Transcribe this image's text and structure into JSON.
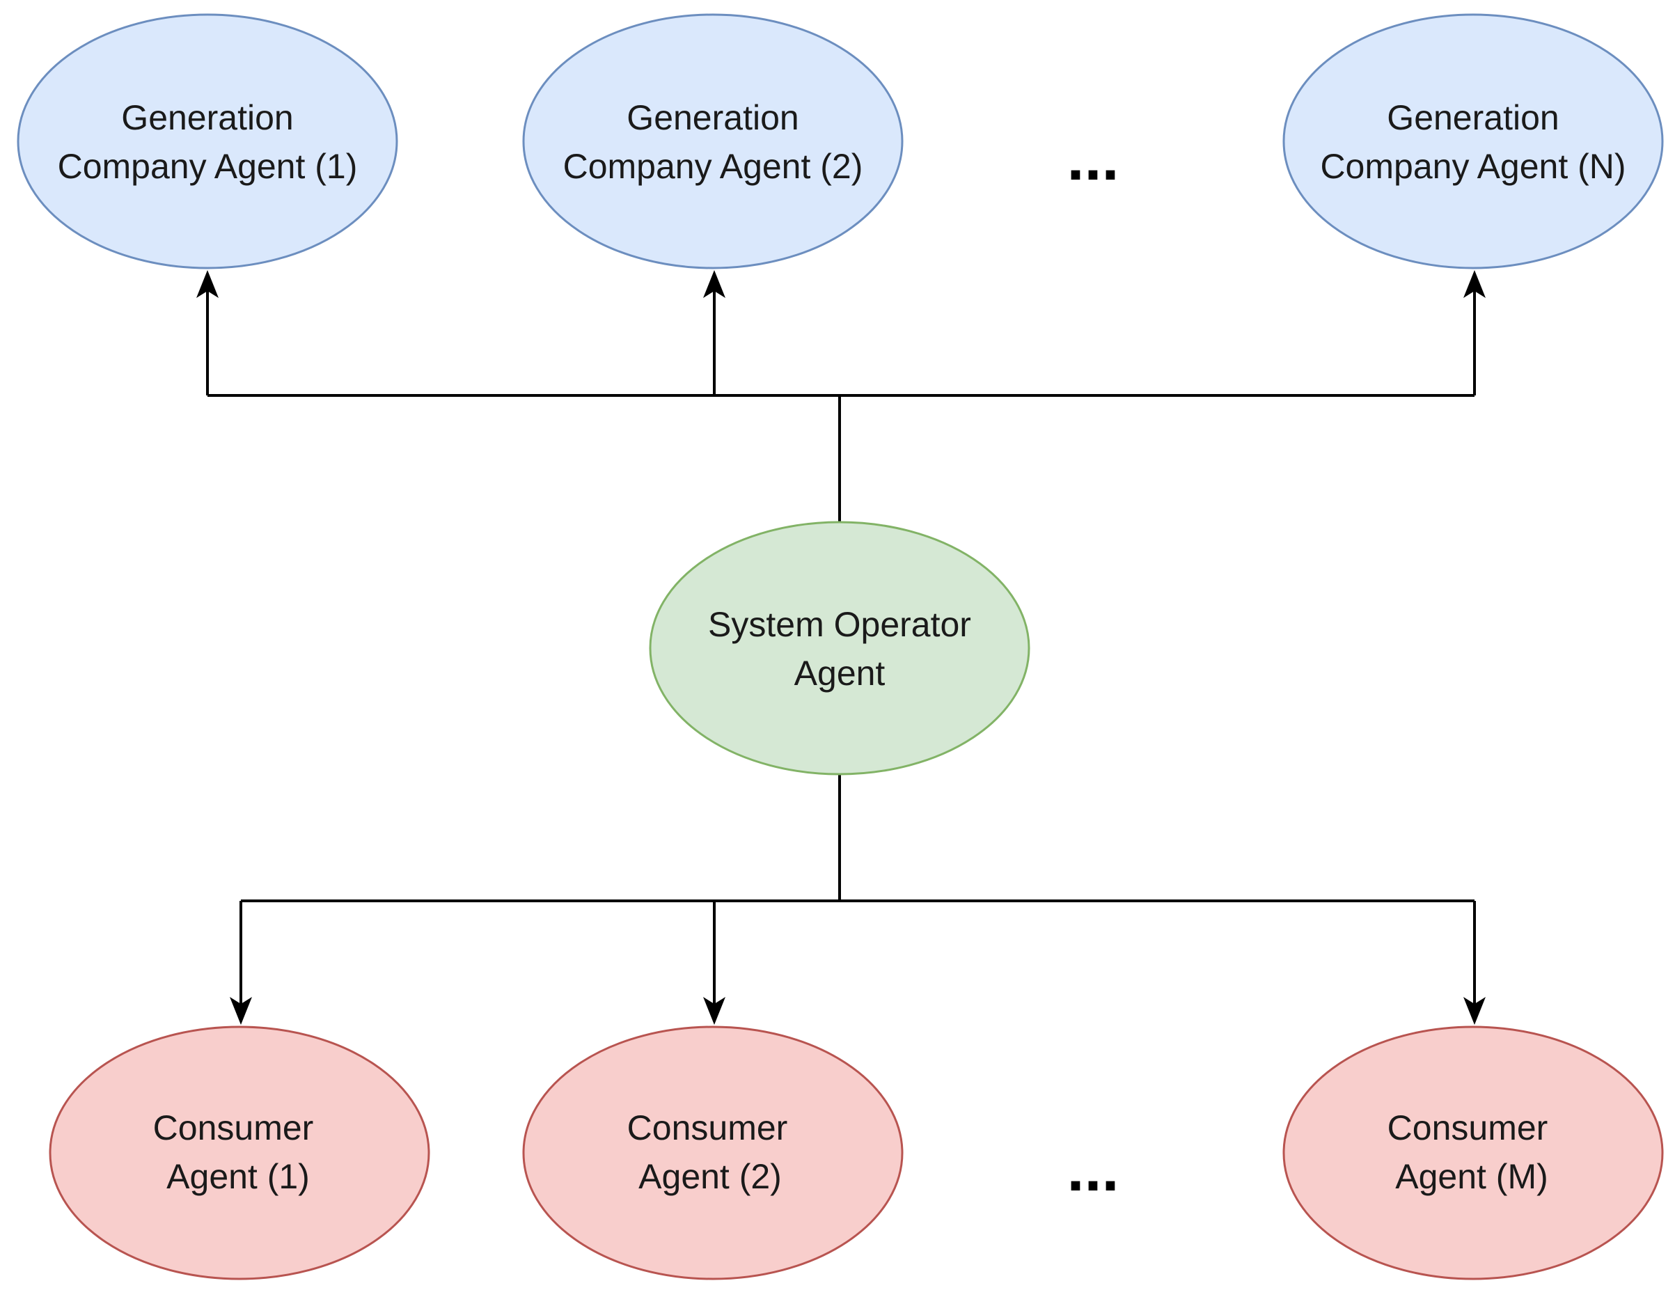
{
  "colors": {
    "generation_fill": "#dae8fc",
    "generation_stroke": "#6c8ebf",
    "operator_fill": "#d5e8d4",
    "operator_stroke": "#82b366",
    "consumer_fill": "#f8cecc",
    "consumer_stroke": "#b85450",
    "connector": "#000000"
  },
  "generation_agents": [
    {
      "line1": "Generation",
      "line2": "Company Agent (1)"
    },
    {
      "line1": "Generation",
      "line2": "Company Agent (2)"
    },
    {
      "line1": "Generation",
      "line2": "Company Agent (N)"
    }
  ],
  "system_operator": {
    "line1": "System Operator",
    "line2": "Agent"
  },
  "consumer_agents": [
    {
      "line1": "Consumer",
      "line2": "Agent (1)"
    },
    {
      "line1": "Consumer",
      "line2": "Agent (2)"
    },
    {
      "line1": "Consumer",
      "line2": "Agent (M)"
    }
  ],
  "ellipsis": {
    "top": "...",
    "bottom": "..."
  }
}
